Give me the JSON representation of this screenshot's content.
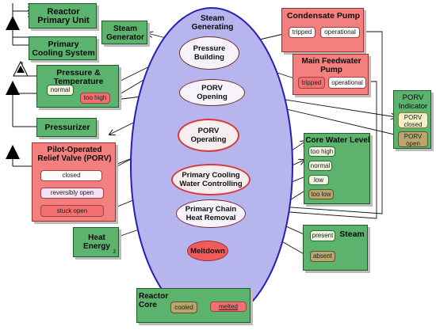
{
  "boxes": {
    "reactor_primary_unit": "Reactor\nPrimary Unit",
    "steam_generator": "Steam\nGenerator",
    "primary_cooling_system": "Primary\nCooling System",
    "pressure_temperature": {
      "title": "Pressure &\nTemperature",
      "states": [
        "normal",
        "too high"
      ]
    },
    "pressurizer": "Pressurizer",
    "porv": {
      "title": "Pilot-Operated\nRelief Valve (PORV)",
      "states": [
        "closed",
        "reversibly open",
        "stuck open"
      ]
    },
    "heat_energy": {
      "title": "Heat\nEnergy",
      "index": "3"
    },
    "reactor_core": {
      "title": "Reactor\nCore",
      "states": [
        "cooled",
        "melted"
      ]
    },
    "condensate_pump": {
      "title": "Condensate Pump",
      "states": [
        "tripped",
        "operational"
      ]
    },
    "main_feedwater_pump": {
      "title": "Main Feedwater\nPump",
      "states": [
        "tripped",
        "operational"
      ]
    },
    "porv_indicator": {
      "title": "PORV\nIndicator",
      "states": [
        "PORV\nclosed",
        "PORV\nopen"
      ]
    },
    "core_water_level": {
      "title": "Core Water Level",
      "states": [
        "too high",
        "normal",
        "low",
        "too low"
      ]
    },
    "steam": {
      "title": "Steam",
      "states": [
        "present",
        "absent"
      ]
    }
  },
  "process": {
    "title": "Steam\nGenerating",
    "states": [
      "Pressure\nBuilding",
      "PORV\nOpening",
      "PORV\nOperating",
      "Primary Cooling\nWater Controlling",
      "Primary Chain\nHeat Removal",
      "Meltdown"
    ]
  },
  "colors": {
    "object_fill": "#5cb36e",
    "alert_fill": "#f47f7f",
    "process_fill": "#b7b5ee",
    "process_border": "#2a1fb4"
  }
}
